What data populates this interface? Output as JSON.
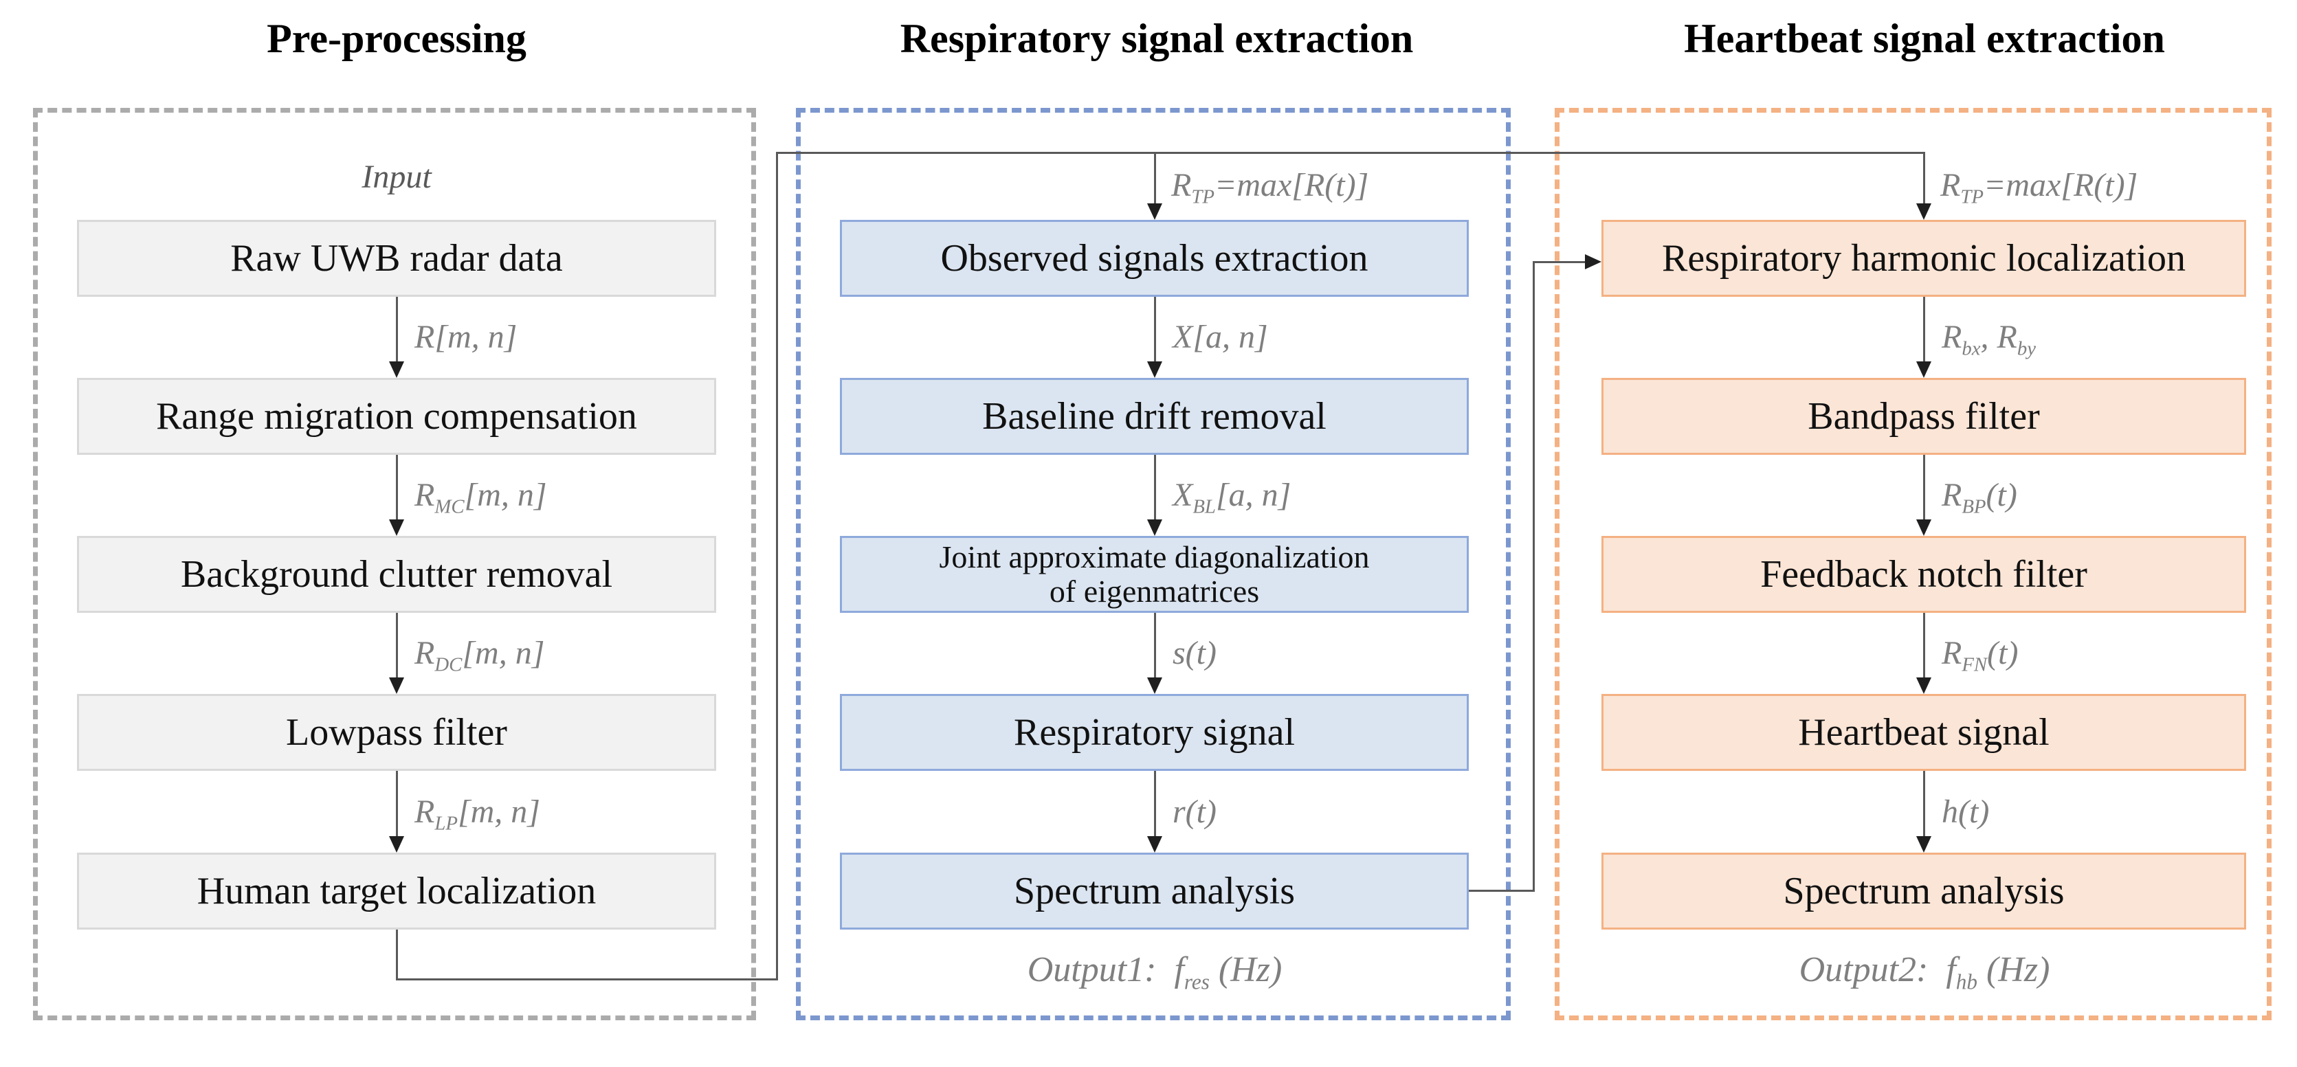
{
  "figure": {
    "columns": [
      {
        "header": "Pre-processing",
        "input_label": "Input",
        "boxes": [
          {
            "label": "Raw UWB radar data"
          },
          {
            "label": "Range migration compensation"
          },
          {
            "label": "Background clutter removal"
          },
          {
            "label": "Lowpass filter"
          },
          {
            "label": "Human target localization"
          }
        ],
        "arrow_labels": [
          {
            "segments": [
              {
                "t": "R"
              },
              {
                "t": "[m, n]"
              }
            ]
          },
          {
            "segments": [
              {
                "t": "R"
              },
              {
                "s": "MC"
              },
              {
                "t": "[m, n]"
              }
            ]
          },
          {
            "segments": [
              {
                "t": "R"
              },
              {
                "s": "DC"
              },
              {
                "t": "[m, n]"
              }
            ]
          },
          {
            "segments": [
              {
                "t": "R"
              },
              {
                "s": "LP"
              },
              {
                "t": "[m, n]"
              }
            ]
          }
        ]
      },
      {
        "header": "Respiratory signal extraction",
        "feed_label": {
          "segments": [
            {
              "t": "R"
            },
            {
              "s": "TP"
            },
            {
              "t": "=max[R(t)]"
            }
          ]
        },
        "boxes": [
          {
            "label": "Observed signals extraction"
          },
          {
            "label": "Baseline drift removal"
          },
          {
            "label": "Joint approximate diagonalization",
            "label2": "of eigenmatrices",
            "small": true
          },
          {
            "label": "Respiratory signal"
          },
          {
            "label": "Spectrum analysis"
          }
        ],
        "arrow_labels": [
          {
            "segments": [
              {
                "t": "X"
              },
              {
                "t": "[a, n]"
              }
            ]
          },
          {
            "segments": [
              {
                "t": "X"
              },
              {
                "s": "BL"
              },
              {
                "t": "[a, n]"
              }
            ]
          },
          {
            "segments": [
              {
                "t": "s(t)"
              }
            ]
          },
          {
            "segments": [
              {
                "t": "r(t)"
              }
            ]
          }
        ],
        "output_label": {
          "segments": [
            {
              "t": "Output1:  f"
            },
            {
              "s": "res"
            },
            {
              "t": " (Hz)"
            }
          ]
        }
      },
      {
        "header": "Heartbeat signal extraction",
        "feed_label": {
          "segments": [
            {
              "t": "R"
            },
            {
              "s": "TP"
            },
            {
              "t": "=max[R(t)]"
            }
          ]
        },
        "boxes": [
          {
            "label": "Respiratory harmonic localization"
          },
          {
            "label": "Bandpass filter"
          },
          {
            "label": "Feedback notch filter"
          },
          {
            "label": "Heartbeat signal"
          },
          {
            "label": "Spectrum analysis"
          }
        ],
        "arrow_labels": [
          {
            "segments": [
              {
                "t": "R"
              },
              {
                "s": "bx"
              },
              {
                "t": ", R"
              },
              {
                "s": "by"
              }
            ]
          },
          {
            "segments": [
              {
                "t": "R"
              },
              {
                "s": "BP"
              },
              {
                "t": "(t)"
              }
            ]
          },
          {
            "segments": [
              {
                "t": "R"
              },
              {
                "s": "FN"
              },
              {
                "t": "(t)"
              }
            ]
          },
          {
            "segments": [
              {
                "t": "h(t)"
              }
            ]
          }
        ],
        "output_label": {
          "segments": [
            {
              "t": "Output2:  f"
            },
            {
              "s": "hb"
            },
            {
              "t": " (Hz)"
            }
          ]
        }
      }
    ],
    "colors": {
      "preprocessing_fill": "#f2f2f2",
      "preprocessing_border": "#d9d9d9",
      "preprocessing_dash": "#ababab",
      "respiratory_fill": "#dbe5f1",
      "respiratory_border": "#8ea9db",
      "respiratory_dash": "#7c97ce",
      "heartbeat_fill": "#fbe5d6",
      "heartbeat_border": "#f4b183",
      "heartbeat_dash": "#f4b183",
      "connector_line": "#595959",
      "arrowhead": "#1f1f1f",
      "math_label_text": "#7f7f7f"
    }
  }
}
